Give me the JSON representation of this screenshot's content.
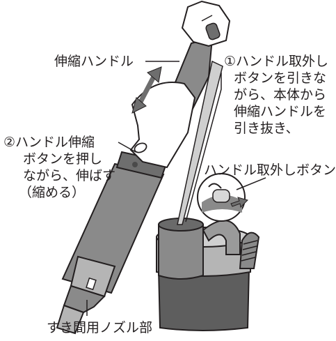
{
  "labels": {
    "telescopic_handle": "伸縮ハンドル",
    "release_step": [
      "①ハンドル取外し",
      "ボタンを引きな",
      "がら、本体から",
      "伸縮ハンドルを",
      "引き抜き、"
    ],
    "extend_step": [
      "②ハンドル伸縮",
      "ボタンを押し",
      "ながら、伸ばす",
      "（縮める）"
    ],
    "release_button": "ハンドル取外しボタン",
    "crevice_nozzle": "すき間用ノズル部"
  },
  "colors": {
    "ink": "#231f20",
    "body_dark": "#5e5e5e",
    "body_mid": "#8a8a8a",
    "body_light": "#b5b5b5",
    "skin": "#ffffff"
  },
  "icons": [
    "double-arrow-icon",
    "pull-arrow-icon"
  ]
}
